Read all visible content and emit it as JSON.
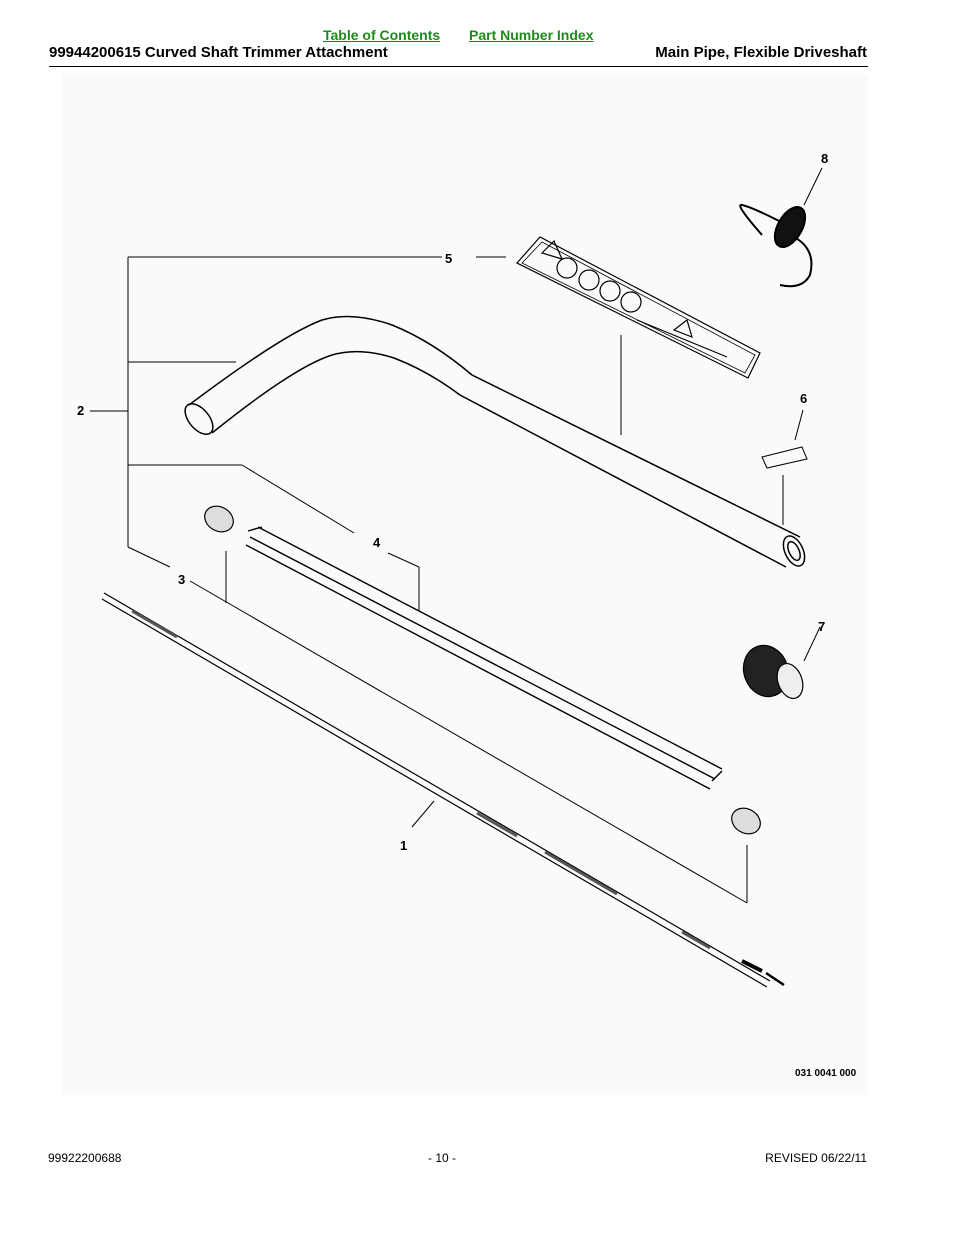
{
  "nav": {
    "toc_label": "Table of Contents",
    "part_index_label": "Part Number Index"
  },
  "header": {
    "title": "99944200615 Curved Shaft Trimmer Attachment",
    "section": "Main Pipe, Flexible Driveshaft"
  },
  "diagram": {
    "callouts": [
      "1",
      "2",
      "3",
      "4",
      "5",
      "6",
      "7",
      "8"
    ],
    "figure_id": "031 0041 000"
  },
  "footer": {
    "doc_number": "99922200688",
    "page": "- 10 -",
    "revised": "REVISED 06/22/11"
  },
  "colors": {
    "link": "#1e8a1e"
  }
}
